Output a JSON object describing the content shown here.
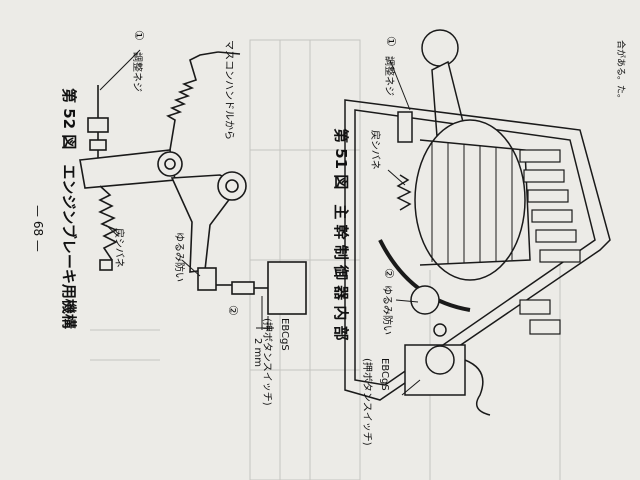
{
  "page": {
    "page_number": "— 68 —",
    "top_right_text": "合がある。た。"
  },
  "figure_51": {
    "caption": "第 51 図　主 幹 制 御 器 内 部",
    "labels": {
      "marker_1": "①",
      "adjust_screw": "調整ネジ",
      "return_spring": "戻シバネ",
      "marker_2": "②",
      "slack_slack": "ゆるみ防い",
      "ebcs": "EBCgS",
      "push_switch": "(押ボタンスイッチ)"
    }
  },
  "figure_52": {
    "caption": "第 52 図　エンジンブレーキ用機構",
    "labels": {
      "marker_1": "①",
      "adjust_screw": "調整ネジ",
      "master_controller_handle": "マスコンハンドルから",
      "return_spring": "戻シバネ",
      "slack_prevention": "ゆるみ防い",
      "marker_2": "②",
      "ebcs": "EBCgS",
      "push_switch": "(押ボタンスイッチ)",
      "gap": "2 mm"
    }
  }
}
